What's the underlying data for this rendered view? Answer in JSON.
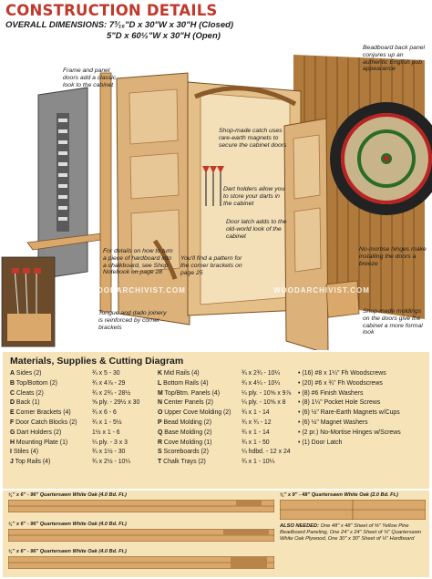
{
  "header": {
    "title": "Construction Details",
    "dims_closed": "OVERALL DIMENSIONS: 7³⁄₁₆\"D x 30\"W x 30\"H (Closed)",
    "dims_open": "5\"D x 60½\"W x 30\"H (Open)"
  },
  "notes": {
    "frame_doors": "Frame and panel doors add a classic look to the cabinet",
    "shop_catch": "Shop-made catch uses rare-earth magnets to secure the cabinet doors",
    "beadboard": "Beadboard back panel conjures up an authentic English pub appearance",
    "dart_holders": "Dart holders allow you to store your darts in the cabinet",
    "door_latch": "Door latch adds to the old-world look of the cabinet",
    "no_mortise": "No-mortise hinges make installing the doors a breeze",
    "chalkboard": "For details on how to turn a piece of hardboard into a chalkboard, see Shop Notebook on page 28",
    "pattern": "You'll find a pattern for the corner brackets on page 25",
    "tongue_dado": "Tongue and dado joinery is reinforced by corner brackets",
    "moldings": "Shop-made moldings on the doors give the cabinet a more formal look"
  },
  "watermark": "WOODARCHIVIST.COM",
  "materials": {
    "title": "Materials, Supplies & Cutting Diagram",
    "col1": [
      {
        "l": "A",
        "n": "Sides (2)",
        "d": "¾ x 5 - 30"
      },
      {
        "l": "B",
        "n": "Top/Bottom (2)",
        "d": "¾ x 4⅞ - 29"
      },
      {
        "l": "C",
        "n": "Cleats (2)",
        "d": "¾ x 2¾ - 28½"
      },
      {
        "l": "D",
        "n": "Back (1)",
        "d": "⅝ ply. - 29½ x 30"
      },
      {
        "l": "E",
        "n": "Corner Brackets (4)",
        "d": "¾ x 6 - 6"
      },
      {
        "l": "F",
        "n": "Door Catch Blocks (2)",
        "d": "¾ x 1 - 5½"
      },
      {
        "l": "G",
        "n": "Dart Holders (2)",
        "d": "1½ x 1 - 6"
      },
      {
        "l": "H",
        "n": "Mounting Plate (1)",
        "d": "¼ ply. - 3 x 3"
      },
      {
        "l": "I",
        "n": "Stiles (4)",
        "d": "¾ x 1½ - 30"
      },
      {
        "l": "J",
        "n": "Top Rails (4)",
        "d": "¾ x 2½ - 10¼"
      }
    ],
    "col2": [
      {
        "l": "K",
        "n": "Mid Rails (4)",
        "d": "¾ x 2¾ - 10¼"
      },
      {
        "l": "L",
        "n": "Bottom Rails (4)",
        "d": "¾ x 4¼ - 10¼"
      },
      {
        "l": "M",
        "n": "Top/Btm. Panels (4)",
        "d": "¼ ply. - 10⅝ x 9⅞"
      },
      {
        "l": "N",
        "n": "Center Panels (2)",
        "d": "¼ ply. - 10⅝ x 8"
      },
      {
        "l": "O",
        "n": "Upper Cove Molding (2)",
        "d": "¾ x 1 - 14"
      },
      {
        "l": "P",
        "n": "Bead Molding (2)",
        "d": "¾ x ¾ - 12"
      },
      {
        "l": "Q",
        "n": "Base Molding (2)",
        "d": "¾ x 1 - 14"
      },
      {
        "l": "R",
        "n": "Cove Molding (1)",
        "d": "¾ x 1 - 50"
      },
      {
        "l": "S",
        "n": "Scoreboards (2)",
        "d": "¼ hdbd. - 12 x 24"
      },
      {
        "l": "T",
        "n": "Chalk Trays (2)",
        "d": "¾ x 1 - 10¼"
      }
    ],
    "col3": [
      "(16) #8 x 1¼\" Fh Woodscrews",
      "(20) #6 x ¾\" Fh Woodscrews",
      "(8) #6 Finish Washers",
      "(8) 1¼\" Pocket Hole Screws",
      "(6) ½\" Rare-Earth Magnets w/Cups",
      "(6) ½\" Magnet Washers",
      "(2 pr.) No-Mortise Hinges w/Screws",
      "(1) Door Latch"
    ]
  },
  "cutting": {
    "board1": "¾\" x 6\" - 96\" Quartersawn White Oak (4.0 Bd. Ft.)",
    "board2": "¾\" x 6\" - 96\" Quartersawn White Oak (4.0 Bd. Ft.)",
    "board3": "¾\" x 6\" - 96\" Quartersawn White Oak (4.0 Bd. Ft.)",
    "board4": "¾\" x 9\" - 48\" Quartersawn White Oak (2.0 Bd. Ft.)",
    "also_label": "ALSO NEEDED:",
    "also_text": "One 48\" x 48\" Sheet of ⅝\" Yellow Pine Beadboard Paneling, One 24\" x 24\" Sheet of ¼\" Quartersawn White Oak Plywood, One 30\" x 30\" Sheet of ¼\" Hardboard"
  },
  "colors": {
    "title": "#c0392b",
    "panel": "#f7e3b8",
    "wood": "#d9a86a"
  }
}
